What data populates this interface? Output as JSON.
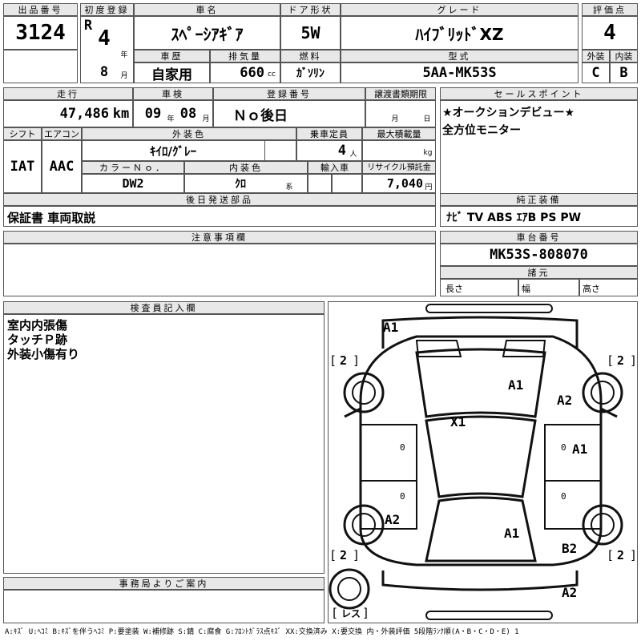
{
  "lot": {
    "label": "出品番号",
    "value": "3124"
  },
  "first_reg": {
    "label": "初度登録",
    "era": "R",
    "year": "4",
    "year_unit": "年",
    "month": "8",
    "month_unit": "月"
  },
  "car_name": {
    "label": "車名",
    "value": "ｽﾍﾟｰｼｱｷﾞｱ"
  },
  "door": {
    "label": "ドア形状",
    "value": "5W"
  },
  "grade": {
    "label": "グレード",
    "value": "ﾊｲﾌﾞﾘｯﾄﾞXZ"
  },
  "score": {
    "label": "評価点",
    "value": "4",
    "ext_label": "外装",
    "int_label": "内装",
    "ext": "C",
    "int": "B"
  },
  "history": {
    "label": "車歴",
    "value": "自家用"
  },
  "displacement": {
    "label": "排気量",
    "value": "660",
    "unit": "cc"
  },
  "fuel": {
    "label": "燃料",
    "value": "ｶﾞｿﾘﾝ"
  },
  "model": {
    "label": "型式",
    "value": "5AA-MK53S"
  },
  "mileage": {
    "label": "走行",
    "value": "47,486",
    "unit": "km"
  },
  "inspection": {
    "label": "車検",
    "year": "09",
    "year_unit": "年",
    "month": "08",
    "month_unit": "月"
  },
  "reg_no": {
    "label": "登録番号",
    "value": "Ｎｏ後日"
  },
  "transfer": {
    "label": "譲渡書類期限",
    "month_unit": "月",
    "day_unit": "日"
  },
  "shift": {
    "label": "シフト",
    "value": "IAT"
  },
  "aircon": {
    "label": "エアコン",
    "value": "AAC"
  },
  "ext_color": {
    "label": "外装色",
    "value": "ｷｲﾛ/ｸﾞﾚｰ"
  },
  "capacity": {
    "label": "乗車定員",
    "value": "4",
    "unit": "人"
  },
  "max_load": {
    "label": "最大積載量",
    "unit": "kg"
  },
  "color_no": {
    "label": "カラーＮｏ．",
    "value": "DW2"
  },
  "int_color": {
    "label": "内装色",
    "value": "ｸﾛ",
    "unit": "系"
  },
  "import": {
    "label": "輸入車"
  },
  "recycle": {
    "label": "リサイクル預託金",
    "value": "7,040",
    "unit": "円"
  },
  "later_parts": {
    "label": "後日発送部品",
    "value": "保証書 車両取説"
  },
  "sales_point": {
    "label": "セールスポイント",
    "lines": [
      "★オークションデビュー★",
      "全方位モニター"
    ]
  },
  "equipment": {
    "label": "純正装備",
    "value": "ﾅﾋﾞ TV ABS ｴｱB PS PW"
  },
  "notes": {
    "label": "注意事項欄"
  },
  "chassis": {
    "label": "車台番号",
    "value": "MK53S-808070"
  },
  "specs": {
    "label": "諸元",
    "length": "長さ",
    "width": "幅",
    "height": "高さ"
  },
  "inspector": {
    "label": "検査員記入欄",
    "lines": [
      "室内内張傷",
      "タッチＰ跡",
      "外装小傷有り"
    ]
  },
  "office": {
    "label": "事務局よりご案内"
  },
  "diagram": {
    "marks": {
      "a1_top": "A1",
      "a1_hood": "A1",
      "a2_right_front": "A2",
      "x1": "X1",
      "a1_right_door": "A1",
      "a2_left_rear": "A2",
      "a1_rear": "A1",
      "b2_right_rear": "B2",
      "a2_bottom": "A2",
      "door_fl": "0",
      "door_rl": "0",
      "door_fr": "0",
      "door_rr": "0"
    },
    "tires": {
      "fl": "2",
      "fr": "2",
      "rl": "2",
      "rr": "2",
      "spare": "レス"
    }
  },
  "legend": "A:ｷｽﾞ U:ﾍｺﾐ B:ｷｽﾞを伴うﾍｺﾐ P:要塗装 W:補修跡 S:錆 C:腐食 G:ﾌﾛﾝﾄｶﾞﾗｽ点ｷｽﾞ XX:交換済み X:要交換 内・外装評価 5段階ﾗﾝｸ順(A・B・C・D・E) 1"
}
